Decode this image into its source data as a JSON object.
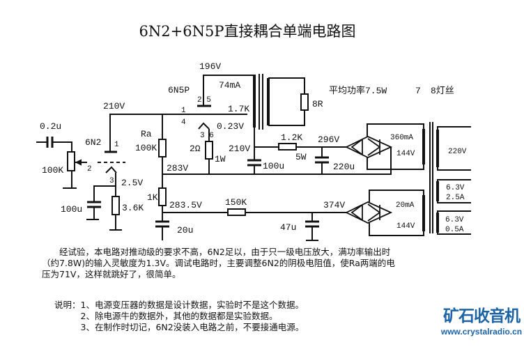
{
  "title": "6N2+6N5P直接耦合单端电路图",
  "labels": {
    "input_cap": "0.2u",
    "volume_pot": "100K",
    "tube1": "6N2",
    "tube1_plate_pin": "1",
    "tube1_grid_pin": "2",
    "tube1_cathode_pin": "3",
    "tube1_plate_v": "210V",
    "tube1_cathode_v": "2.5V",
    "cathode_cap": "100u",
    "cathode_res": "3.6K",
    "ra_name": "Ra",
    "ra_value": "100K",
    "node_283": "283V",
    "res_1k": "1K",
    "node_2835": "283.5V",
    "cap_20u": "20u",
    "res_150k": "150K",
    "tube2": "6N5P",
    "tube2_plate_v": "196V",
    "tube2_current": "74mA",
    "tube2_pins_plate": "2 5",
    "tube2_pin_grid1": "1",
    "tube2_pin_grid4": "4",
    "tube2_pins_cathode": "3 6",
    "tube2_cathode_v": "0.23V",
    "cathode_res2": "2Ω",
    "cathode_res2_w": "1W",
    "ot_primary": "1.7K",
    "node_210": "210V",
    "cap_100u_b": "100u",
    "res_1_2k": "1.2K",
    "res_1_2k_w": "5W",
    "node_296": "296V",
    "cap_220u": "220u",
    "speaker": "8R",
    "power_note": "平均功率7.5W",
    "filament_note_a": "7",
    "filament_note_b": "8灯丝",
    "hv_current": "360mA",
    "hv_volt": "144V",
    "mains": "220V",
    "fil1_v": "6.3V",
    "fil1_a": "2.5A",
    "fil2_v": "6.3V",
    "fil2_a": "0.5A",
    "node_374": "374V",
    "cap_47u": "47u",
    "bias_current": "20mA",
    "bias_volt": "144V"
  },
  "description": [
    "　　经试验，本电路对推动级的要求不高，6N2足以，由于只一级电压放大，满功率输出时",
    "（约7.8W)的输入灵敏度为1.3V。调试电路时，主要调整6N2的阴极电阻值，使Ra两端的电",
    "压为71V，这样就跳好了，很简单。"
  ],
  "notes": [
    "说明：1、电源变压器的数据是设计数据，实验时不是这个数据。",
    "　　　2、除电源牛的数据外，其他的数据都是实验数据。",
    "　　　3、在制作时切记，6N2没装入电路之前，不要接通电源。"
  ],
  "logo": {
    "name": "矿石收音机",
    "url": "www.crystalradio.cn"
  },
  "colors": {
    "ink": "#111111",
    "logo": "#1d63a8"
  }
}
